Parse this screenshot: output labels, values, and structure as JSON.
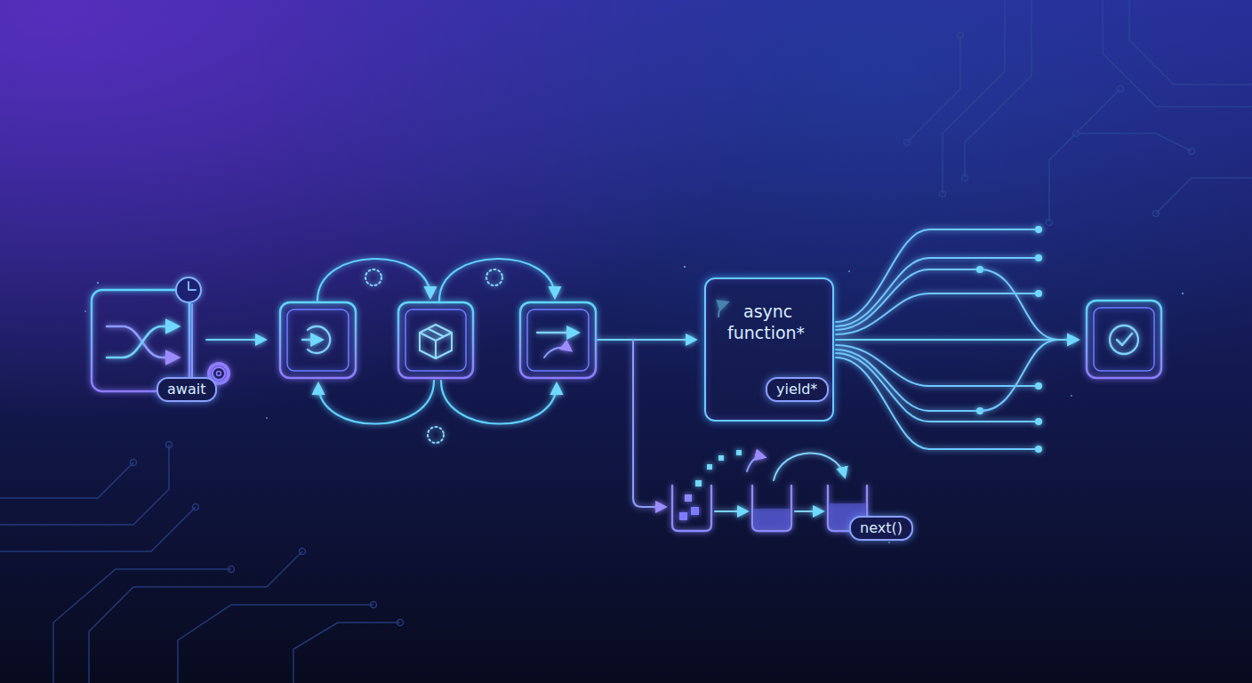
{
  "diagram": {
    "nodes": [
      {
        "text": [
          "await"
        ]
      },
      {
        "text": [
          "async function*"
        ]
      },
      {
        "text": [
          "yield*"
        ],
        "in": 1
      },
      {
        "text": [
          "next()"
        ]
      }
    ]
  }
}
